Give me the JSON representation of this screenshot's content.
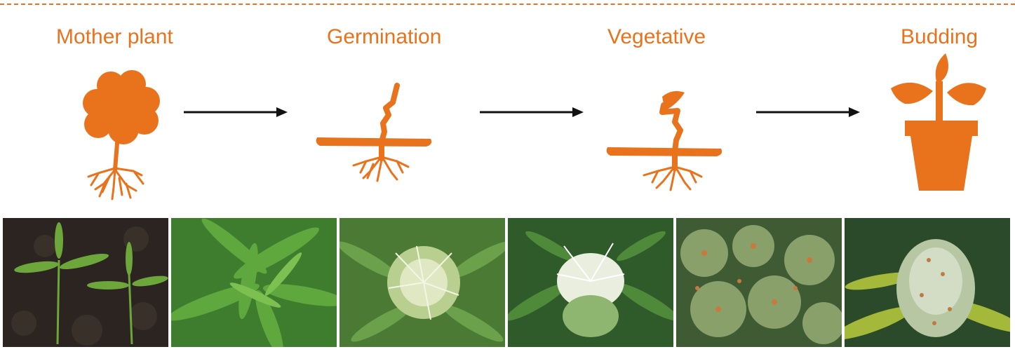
{
  "accent_color": "#e8731c",
  "stages": [
    {
      "label": "Mother plant",
      "icon": "tree-icon"
    },
    {
      "label": "Germination",
      "icon": "sprout-roots-icon"
    },
    {
      "label": "Vegetative",
      "icon": "seedling-roots-icon"
    },
    {
      "label": "Budding",
      "icon": "potted-plant-icon"
    }
  ],
  "photos": [
    {
      "subject": "seedlings"
    },
    {
      "subject": "cannabis-leaf"
    },
    {
      "subject": "early-flower"
    },
    {
      "subject": "white-pistil-bud"
    },
    {
      "subject": "mature-bud"
    },
    {
      "subject": "frosty-bud"
    }
  ]
}
